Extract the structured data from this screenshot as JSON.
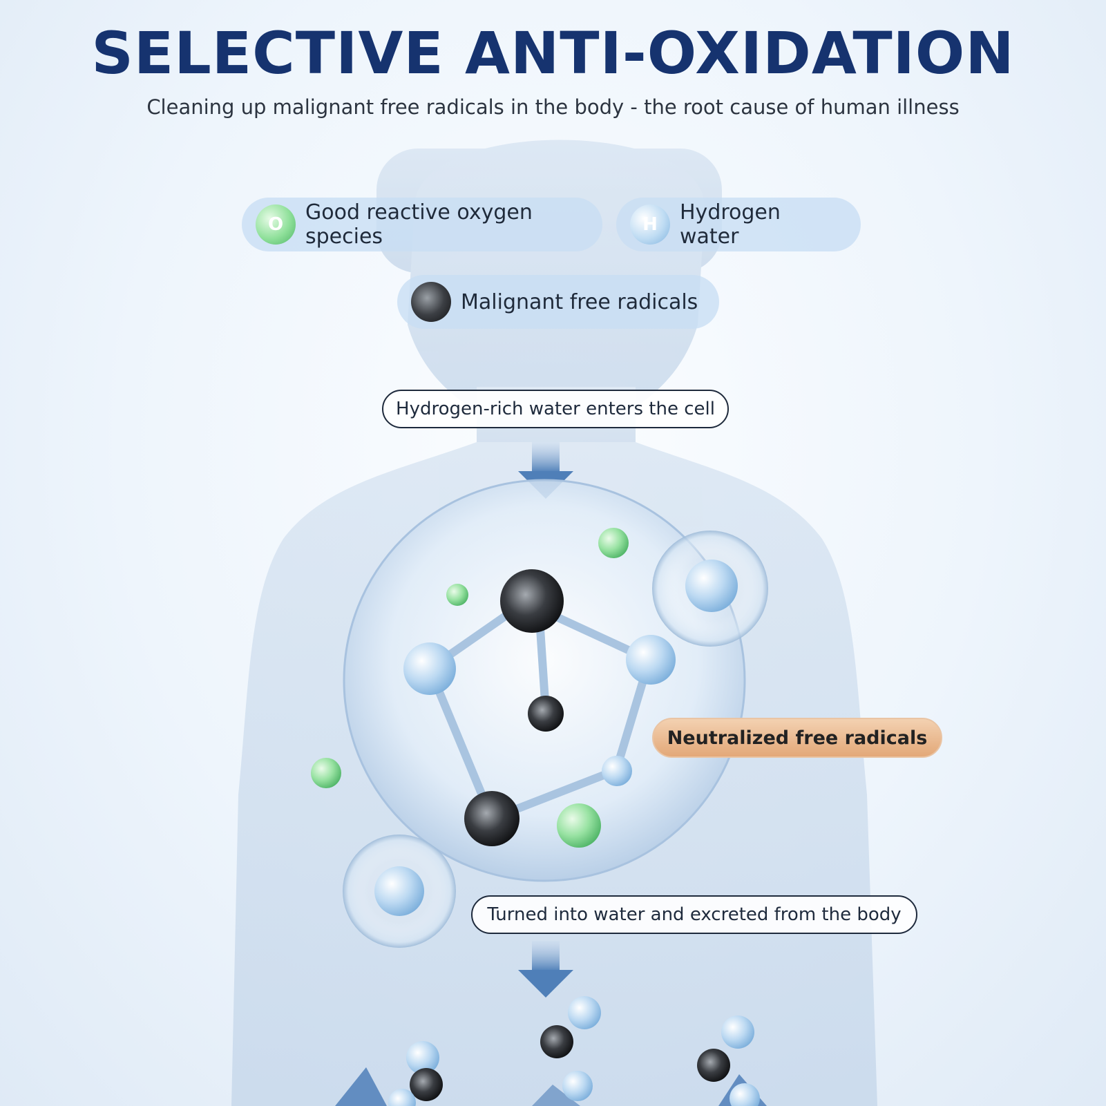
{
  "header": {
    "title": "SELECTIVE ANTI-OXIDATION",
    "subtitle": "Cleaning up malignant free radicals in the body - the root cause of human illness"
  },
  "legend": {
    "items": [
      {
        "label": "Good reactive oxygen species",
        "symbol": "O",
        "icon": "oxygen-ball-icon",
        "color": "#6fd083"
      },
      {
        "label": "Hydrogen water",
        "symbol": "H",
        "icon": "hydrogen-ball-icon",
        "color": "#a9cdee"
      },
      {
        "label": "Malignant free radicals",
        "symbol": "",
        "icon": "free-radical-ball-icon",
        "color": "#2b2d31"
      }
    ]
  },
  "flow": {
    "step_enter": "Hydrogen-rich water enters the cell",
    "neutralized": "Neutralized free radicals",
    "step_excrete": "Turned into water and excreted from the body"
  },
  "colors": {
    "title": "#16336f",
    "arrow": "#4f7fb8",
    "silhouette": "#c9d9ea"
  }
}
